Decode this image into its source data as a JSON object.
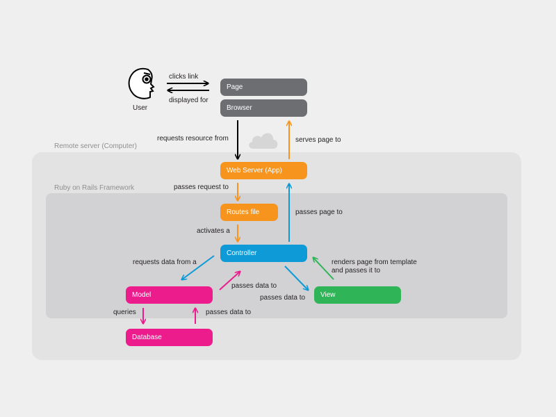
{
  "regions": {
    "remote_server": "Remote server (Computer)",
    "rails_framework": "Ruby on Rails Framework"
  },
  "user": {
    "label": "User"
  },
  "nodes": {
    "page": "Page",
    "browser": "Browser",
    "web_server": "Web Server (App)",
    "routes": "Routes file",
    "controller": "Controller",
    "model": "Model",
    "view": "View",
    "database": "Database"
  },
  "edges": {
    "clicks_link": "clicks link",
    "displayed_for": "displayed for",
    "requests_resource": "requests resource from",
    "serves_page": "serves page to",
    "passes_request": "passes request to",
    "passes_page": "passes page to",
    "activates": "activates a",
    "requests_data": "requests data from a",
    "renders_line1": "renders page from template",
    "renders_line2": "and passes it to",
    "model_passes": "passes data to",
    "controller_passes": "passes data to",
    "queries": "queries",
    "db_passes": "passes data to"
  },
  "colors": {
    "gray": "#6d6e71",
    "orange": "#f7941d",
    "blue": "#0e9ad7",
    "magenta": "#ec1c8d",
    "green": "#2fb457",
    "black": "#000000",
    "cloud": "#d6d6d6"
  },
  "icons": [
    "user-face-icon",
    "cloud-icon"
  ]
}
